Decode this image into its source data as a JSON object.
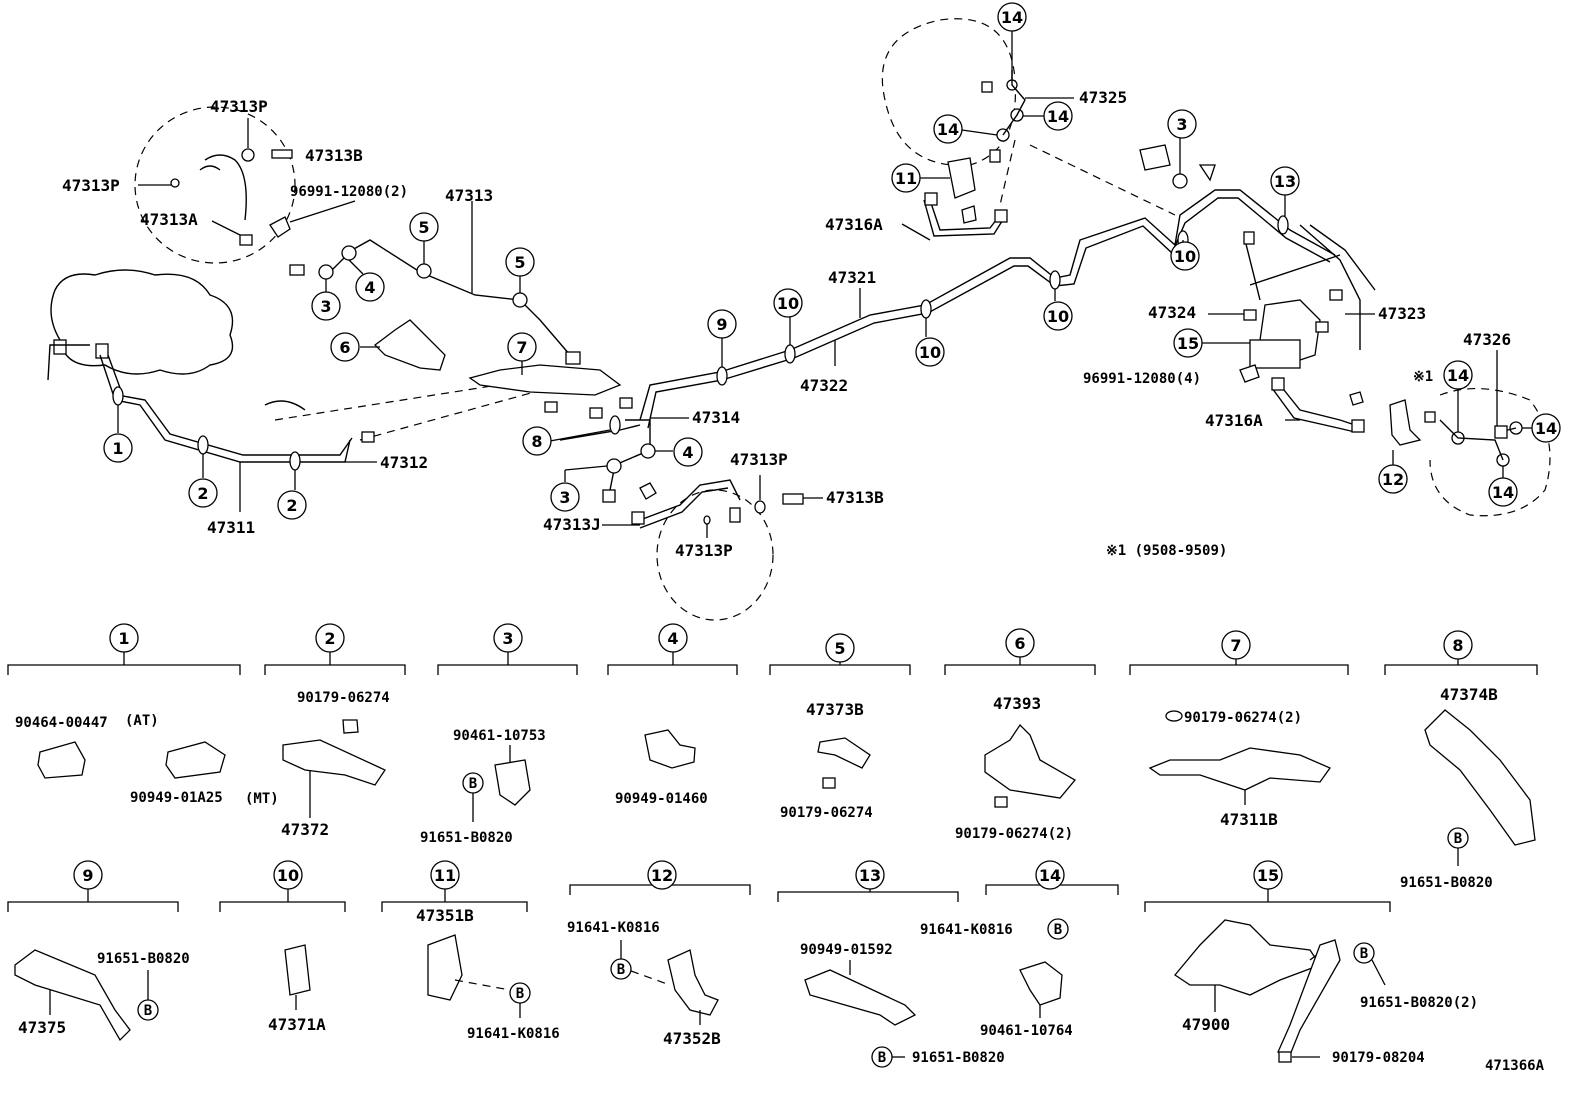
{
  "diagram_id": "471366A",
  "note_period": "※1 (9508-9509)",
  "note_mark": "※1",
  "upper_labels": {
    "l47313P_a": "47313P",
    "l47313B_a": "47313B",
    "l47313P_b": "47313P",
    "l47313A": "47313A",
    "l96991_a": "96991-12080(2)",
    "l47313": "47313",
    "l47312": "47312",
    "l47311": "47311",
    "l47314": "47314",
    "l47313P_c": "47313P",
    "l47313B_b": "47313B",
    "l47313J": "47313J",
    "l47313P_d": "47313P",
    "l47321": "47321",
    "l47322": "47322",
    "l47325": "47325",
    "l47316A_a": "47316A",
    "l47324": "47324",
    "l47323": "47323",
    "l96991_b": "96991-12080(4)",
    "l47316A_b": "47316A",
    "l47326": "47326"
  },
  "callouts": {
    "c1": "1",
    "c2a": "2",
    "c2b": "2",
    "c3a": "3",
    "c3b": "3",
    "c3c": "3",
    "c4a": "4",
    "c4b": "4",
    "c5a": "5",
    "c5b": "5",
    "c6": "6",
    "c7": "7",
    "c8": "8",
    "c9": "9",
    "c10a": "10",
    "c10b": "10",
    "c10c": "10",
    "c10d": "10",
    "c11": "11",
    "c12": "12",
    "c13": "13",
    "c14a": "14",
    "c14b": "14",
    "c14c": "14",
    "c14d": "14",
    "c14e": "14",
    "c14f": "14",
    "c15": "15"
  },
  "groups": [
    {
      "num": "1",
      "parts": [
        "90464-00447",
        "90949-01A25"
      ],
      "notes": [
        "(AT)",
        "(MT)"
      ]
    },
    {
      "num": "2",
      "parts": [
        "90179-06274",
        "47372"
      ]
    },
    {
      "num": "3",
      "parts": [
        "90461-10753",
        "91651-B0820"
      ],
      "marks": [
        "B"
      ]
    },
    {
      "num": "4",
      "parts": [
        "90949-01460"
      ]
    },
    {
      "num": "5",
      "parts": [
        "47373B",
        "90179-06274"
      ]
    },
    {
      "num": "6",
      "parts": [
        "47393",
        "90179-06274(2)"
      ]
    },
    {
      "num": "7",
      "parts": [
        "90179-06274(2)",
        "47311B"
      ]
    },
    {
      "num": "8",
      "parts": [
        "47374B",
        "91651-B0820"
      ],
      "marks": [
        "B"
      ]
    },
    {
      "num": "9",
      "parts": [
        "91651-B0820",
        "47375"
      ],
      "marks": [
        "B"
      ]
    },
    {
      "num": "10",
      "parts": [
        "47371A"
      ]
    },
    {
      "num": "11",
      "parts": [
        "47351B",
        "91641-K0816"
      ],
      "marks": [
        "B"
      ]
    },
    {
      "num": "12",
      "parts": [
        "91641-K0816",
        "47352B"
      ],
      "marks": [
        "B"
      ]
    },
    {
      "num": "13",
      "parts": [
        "90949-01592",
        "91651-B0820"
      ],
      "marks": [
        "B"
      ]
    },
    {
      "num": "14",
      "parts": [
        "91641-K0816",
        "90461-10764"
      ],
      "marks": [
        "B"
      ]
    },
    {
      "num": "15",
      "parts": [
        "47900",
        "91651-B0820(2)",
        "90179-08204"
      ],
      "marks": [
        "B"
      ]
    }
  ]
}
